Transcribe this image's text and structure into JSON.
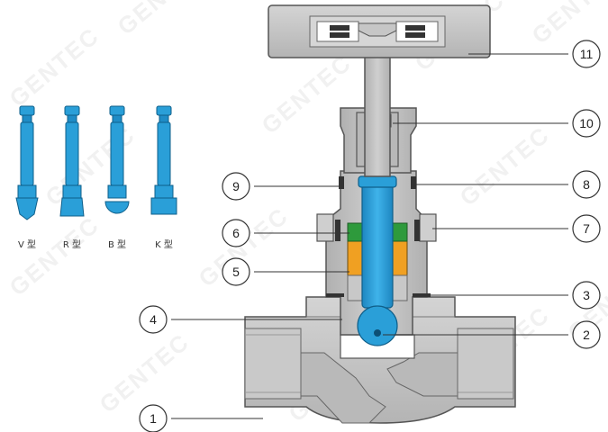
{
  "watermark": "GENTEC",
  "colors": {
    "body_gray": "#c3c3c3",
    "body_dark": "#a9a9a9",
    "outline": "#555555",
    "stem_blue": "#2a9fd8",
    "packing_orange": "#f0a022",
    "seal_green": "#2e9a3c",
    "leader": "#333333"
  },
  "callouts": [
    {
      "num": "1"
    },
    {
      "num": "2"
    },
    {
      "num": "3"
    },
    {
      "num": "4"
    },
    {
      "num": "5"
    },
    {
      "num": "6"
    },
    {
      "num": "7"
    },
    {
      "num": "8"
    },
    {
      "num": "9"
    },
    {
      "num": "10"
    },
    {
      "num": "11"
    }
  ],
  "tip_types": [
    {
      "label": "V 型",
      "shape": "v-tip"
    },
    {
      "label": "R 型",
      "shape": "r-tip"
    },
    {
      "label": "B 型",
      "shape": "b-tip"
    },
    {
      "label": "K 型",
      "shape": "k-tip"
    }
  ]
}
